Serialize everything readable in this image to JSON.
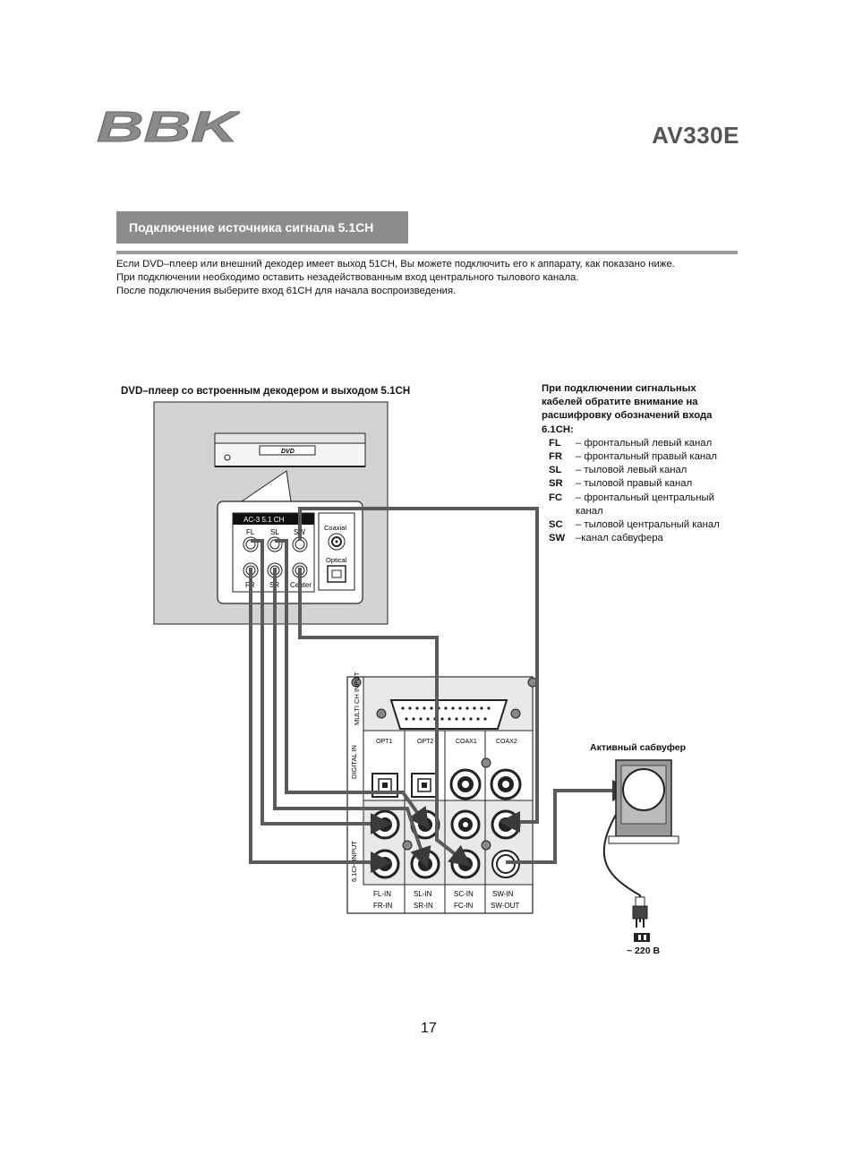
{
  "header": {
    "logo_text": "BBK",
    "model": "AV330E"
  },
  "section": {
    "title": "Подключение источника сигнала 5.1CH",
    "intro": [
      "Если DVD–плеер или внешний декодер имеет выход 51CH, Вы можете подключить его к аппарату, как показано ниже.",
      "При подключении необходимо оставить незадействованным вход центрального тылового канала.",
      "После подключения выберите вход 61CH для начала воспроизведения."
    ]
  },
  "diagram": {
    "dvd_caption": "DVD–плеер со встроенным декодером и выходом 5.1CH",
    "dvd_logo": "DVD",
    "dvd_panel": {
      "title": "AC-3 5.1 CH",
      "labels": [
        "FL",
        "SL",
        "SW",
        "FR",
        "SR",
        "Center",
        "Coaxial",
        "Optical"
      ]
    },
    "receiver": {
      "multi_ch_label": "MULTI CH INPUT",
      "digital_label": "DIGITAL IN",
      "input_61_label": "6.1CH INPUT",
      "column_headers": [
        "OPT1",
        "OPT2",
        "COAX1",
        "COAX2"
      ],
      "bottom_labels": [
        [
          "FL-IN",
          "FR-IN"
        ],
        [
          "SL-IN",
          "SR-IN"
        ],
        [
          "SC-IN",
          "FC-IN"
        ],
        [
          "SW-IN",
          "SW-OUT"
        ]
      ]
    },
    "subwoofer_caption": "Активный сабвуфер",
    "power_caption": "~ 220 В"
  },
  "legend": {
    "heading": "При подключении сигнальных кабелей обратите внимание на расшифровку обозначений входа 6.1CH:",
    "items": [
      {
        "code": "FL",
        "desc": "– фронтальный левый канал"
      },
      {
        "code": "FR",
        "desc": "– фронтальный правый канал"
      },
      {
        "code": "SL",
        "desc": "– тыловой левый канал"
      },
      {
        "code": "SR",
        "desc": "– тыловой правый канал"
      },
      {
        "code": "FC",
        "desc": "– фронтальный центральный канал"
      },
      {
        "code": "SC",
        "desc": "– тыловой центральный канал"
      },
      {
        "code": "SW",
        "desc": "–канал сабвуфера"
      }
    ]
  },
  "footer": {
    "page_number": "17"
  },
  "colors": {
    "cable": "#595959",
    "panel_gray": "#cfcfcf",
    "section_bar": "#8c8c8c",
    "model_text": "#555555"
  }
}
